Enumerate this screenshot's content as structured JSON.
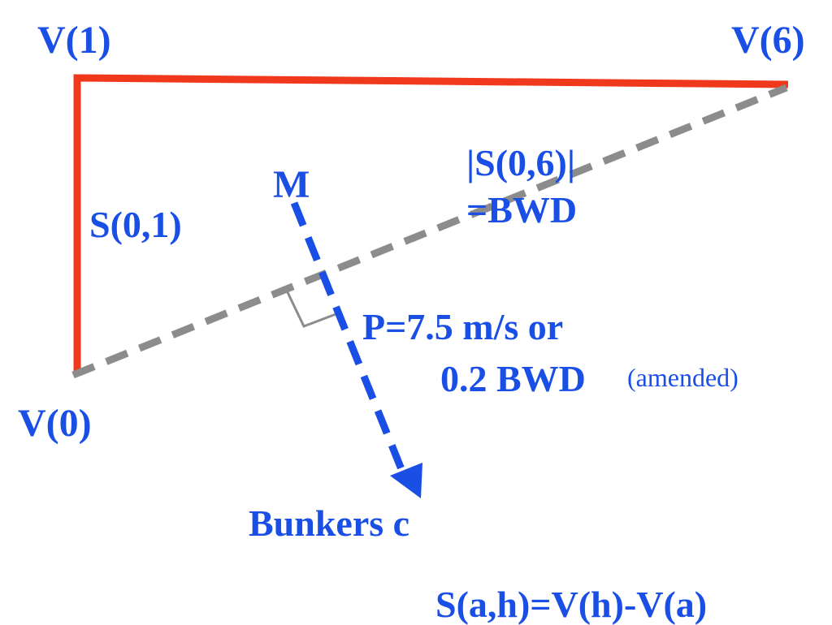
{
  "labels": {
    "v1": "V(1)",
    "v6": "V(6)",
    "v0": "V(0)",
    "s01": "S(0,1)",
    "m": "M",
    "s06_line1": "|S(0,6)|",
    "s06_line2": "=BWD",
    "p_line1": "P=7.5 m/s  or",
    "p_line2": "0.2 BWD",
    "amended": "(amended)",
    "bunkers": "Bunkers c",
    "formula": "S(a,h)=V(h)-V(a)"
  },
  "colors": {
    "text": "#1a4fe6",
    "route": "#f0391c",
    "baseline": "#8c8c8c",
    "vector": "#1a4fe6",
    "right_angle": "#8c8c8c"
  }
}
